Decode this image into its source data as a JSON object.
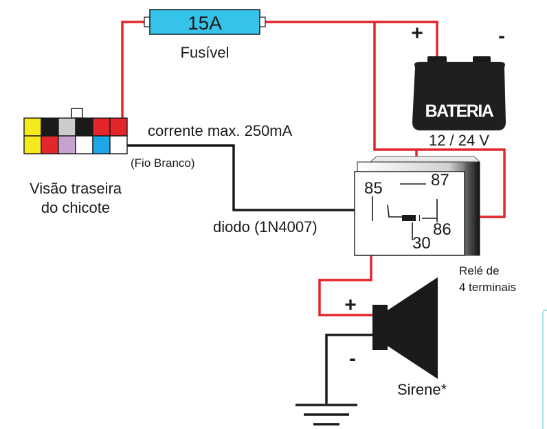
{
  "fuse": {
    "rating": "15A",
    "label": "Fusível"
  },
  "battery": {
    "name": "BATERIA",
    "voltage": "12 / 24 V",
    "plus": "+",
    "minus": "-"
  },
  "connector": {
    "caption_line1": "Visão traseira",
    "caption_line2": "do chicote",
    "wire_label": "(Fio Branco)",
    "current_label": "corrente max. 250mA",
    "pins_top": [
      "#f7ea1a",
      "#1a1a1a",
      "#cccccc",
      "#1a1a1a",
      "#e3262c",
      "#e3262c"
    ],
    "pins_bottom": [
      "#f7ea1a",
      "#e3262c",
      "#c6a3cf",
      "#ffffff",
      "#1ea7e6",
      "#ffffff"
    ]
  },
  "relay": {
    "t85": "85",
    "t87": "87",
    "t86": "86",
    "t30": "30",
    "caption_line1": "Relé de",
    "caption_line2": "4 terminais"
  },
  "diode": {
    "label": "diodo (1N4007)"
  },
  "siren": {
    "label": "Sirene*",
    "plus": "+",
    "minus": "-"
  },
  "colors": {
    "wire_positive": "#e3262c",
    "wire_ground": "#1a1a1a",
    "fuse_fill": "#35c3ea",
    "frame": "#80d8e0"
  }
}
